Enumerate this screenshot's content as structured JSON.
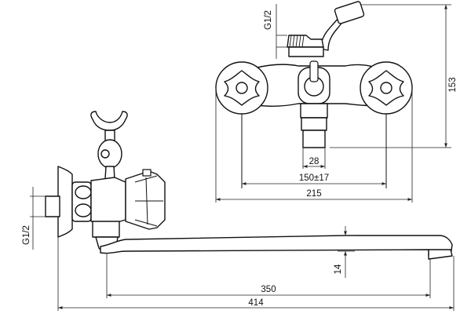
{
  "dimensions": {
    "thread_top": "G1/2",
    "height_153": "153",
    "width_28": "28",
    "centers_150": "150±17",
    "width_215": "215",
    "thread_side": "G1/2",
    "spout_14": "14",
    "spout_350": "350",
    "total_414": "414"
  }
}
